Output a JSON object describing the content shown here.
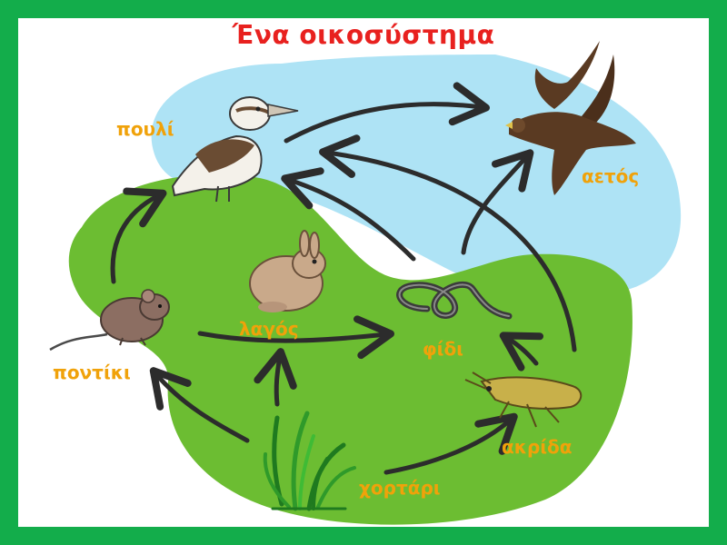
{
  "title": "Ένα οικοσύστημα",
  "colors": {
    "frame": "#13ad4b",
    "sky": "#aee3f5",
    "ground": "#6cbd32",
    "title": "#e8211f",
    "labels": "#f0a20a",
    "arrows": "#2c2c2c"
  },
  "organisms": {
    "bird": "πουλί",
    "eagle": "αετός",
    "rabbit": "λαγός",
    "snake": "φίδι",
    "mouse": "ποντίκι",
    "grasshopper": "ακρίδα",
    "grass": "χορτάρι"
  }
}
